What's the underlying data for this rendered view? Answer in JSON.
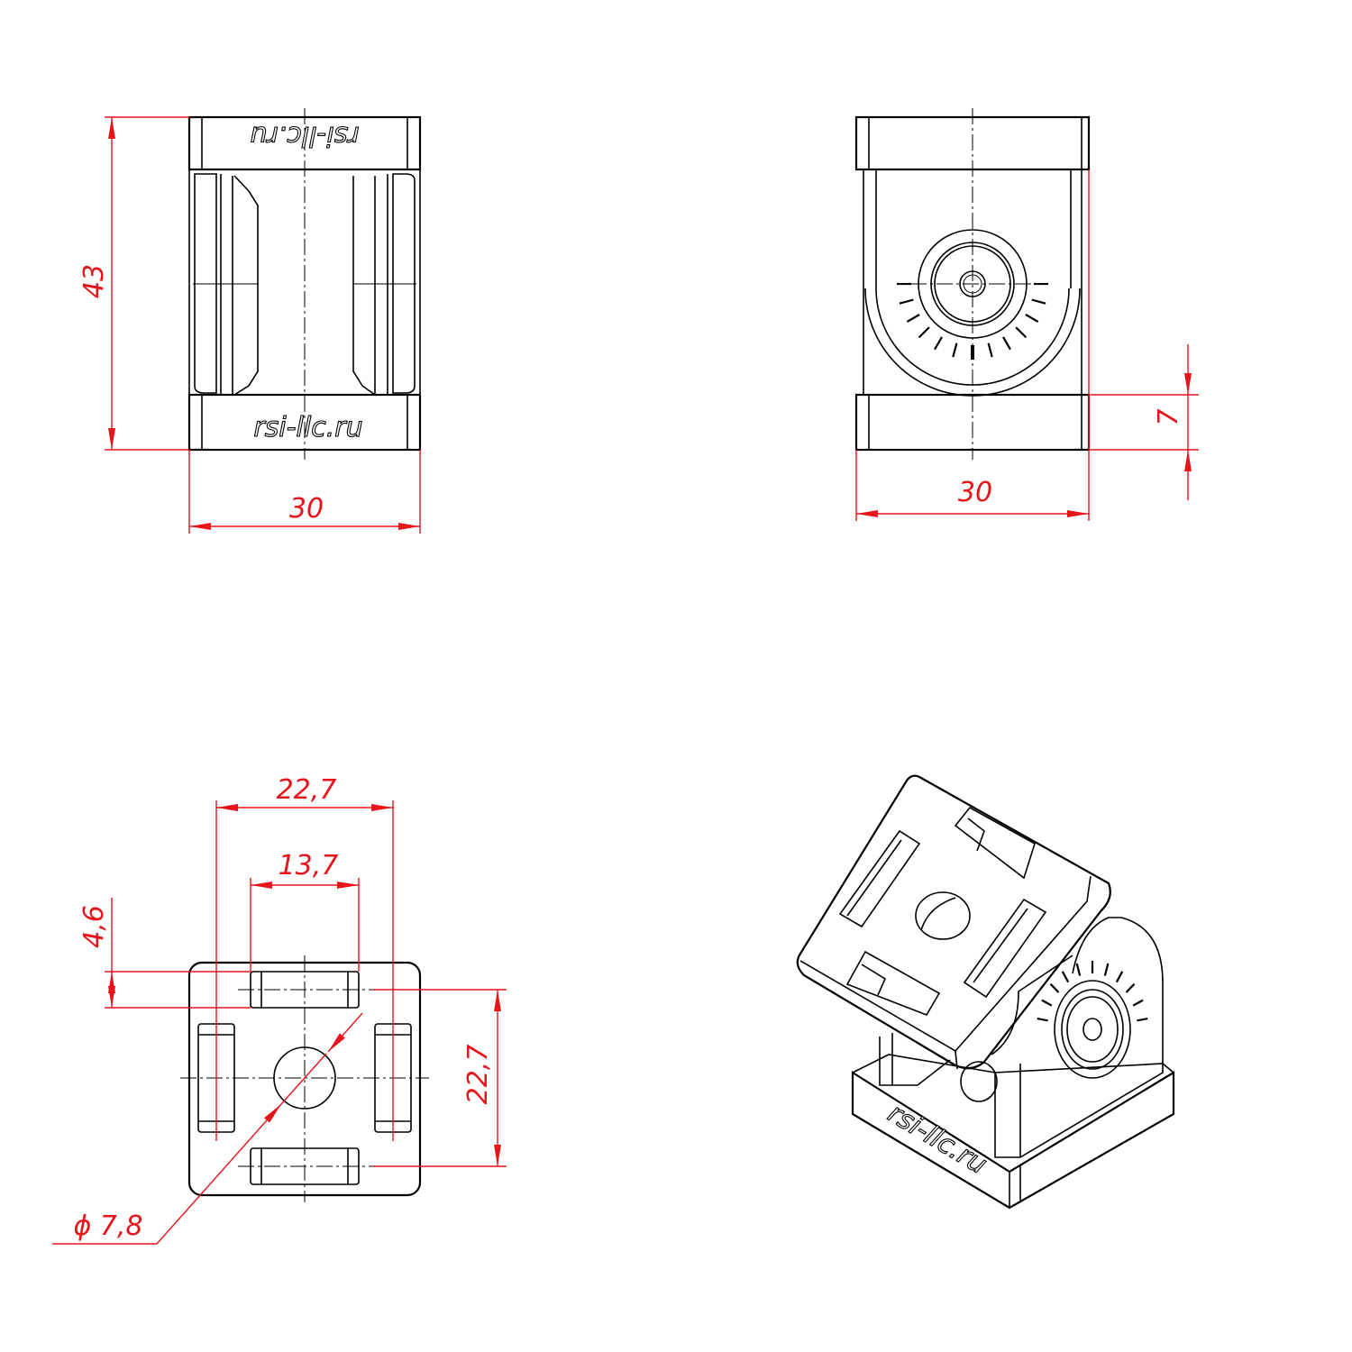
{
  "logo_text": "rsi-llc.ru",
  "colors": {
    "dimension": "#e8141b",
    "line": "#000000",
    "background": "#ffffff"
  },
  "views": {
    "front": {
      "height_dim": "43",
      "width_dim": "30"
    },
    "side": {
      "width_dim": "30",
      "base_height_dim": "7"
    },
    "bottom": {
      "outer_slot_spacing": "22,7",
      "inner_slot_spacing": "13,7",
      "slot_width": "4,6",
      "vertical_slot_spacing": "22,7",
      "hole_diameter": "ϕ 7,8"
    }
  }
}
